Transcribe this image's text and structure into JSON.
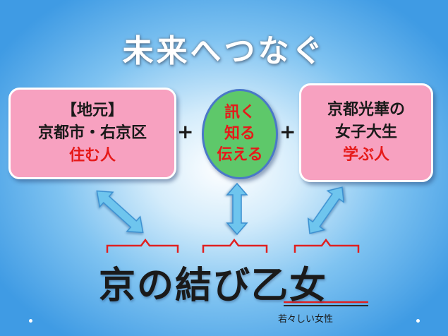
{
  "title": "未来へつなぐ",
  "left_box": {
    "line1": "【地元】",
    "line2": "京都市・右京区",
    "line3": "住む人"
  },
  "center": {
    "line1": "訊く",
    "line2": "知る",
    "line3": "伝える"
  },
  "right_box": {
    "line1": "京都光華の",
    "line2": "女子大生",
    "line3": "学ぶ人"
  },
  "plus": "+",
  "bottom_title": "京の結び乙女",
  "annotation": "若々しい女性",
  "colors": {
    "box_fill": "#f7a1c0",
    "oval_fill": "#5ec86a",
    "accent_red": "#e61a1a",
    "arrow_fill": "#6ec5ee"
  }
}
